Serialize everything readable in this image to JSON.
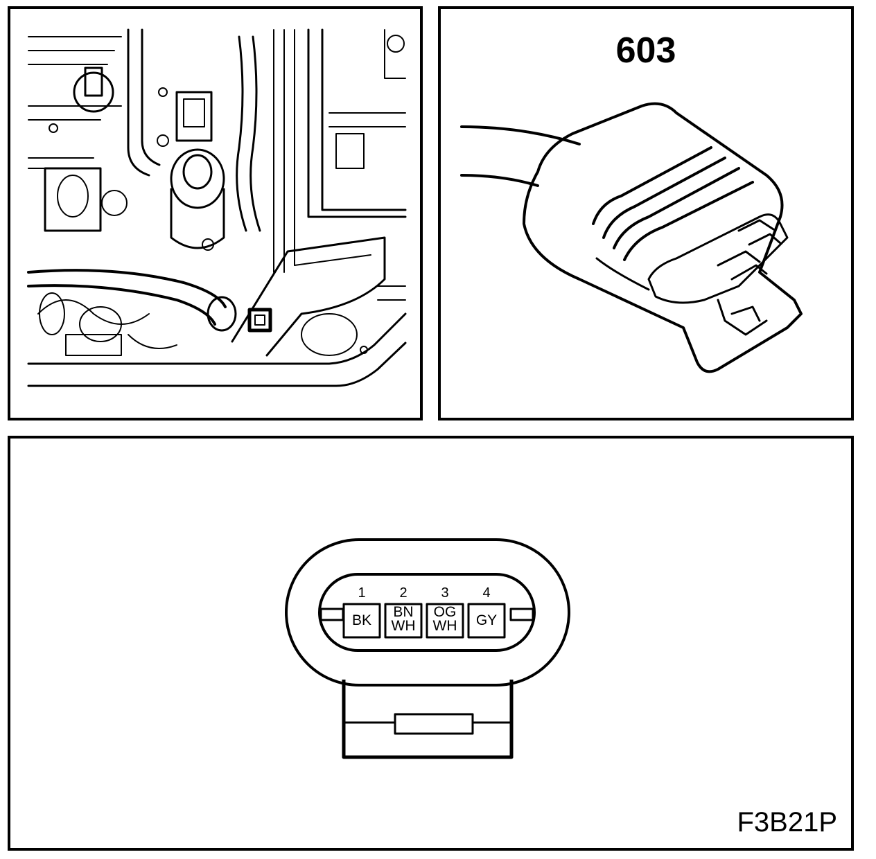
{
  "connector_view": {
    "number": "603"
  },
  "pinout": {
    "pins": [
      {
        "number": "1",
        "color": "BK"
      },
      {
        "number": "2",
        "color": "BN WH"
      },
      {
        "number": "3",
        "color": "OG WH"
      },
      {
        "number": "4",
        "color": "GY"
      }
    ]
  },
  "figure_code": "F3B21P"
}
